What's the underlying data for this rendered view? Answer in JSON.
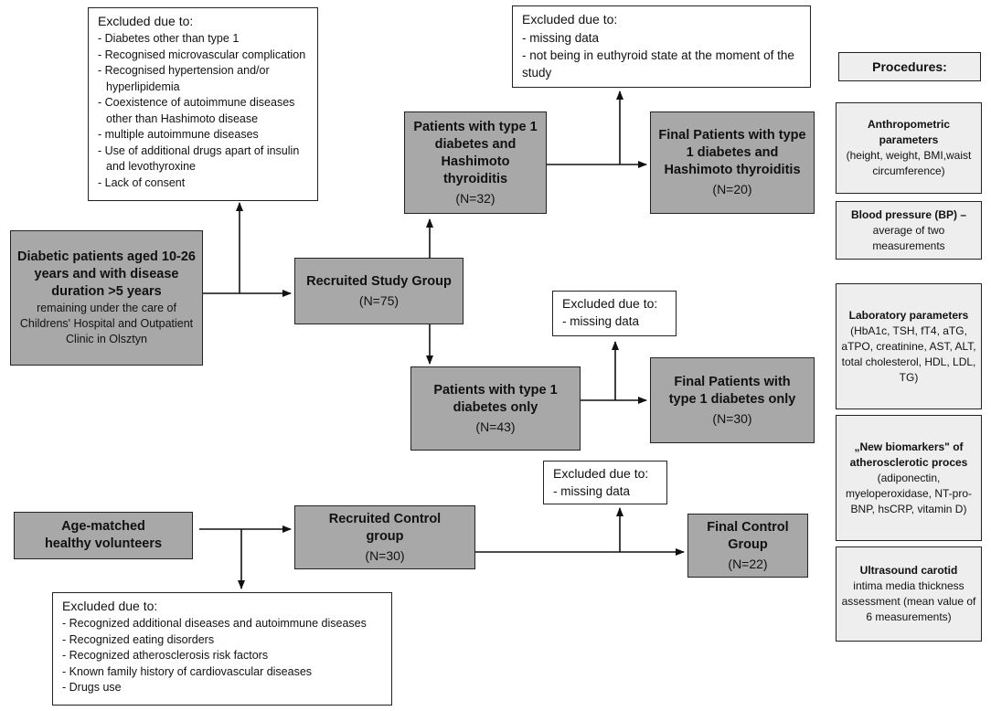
{
  "excluded_diabetic": {
    "header": "Excluded due to:",
    "items": [
      "Diabetes other than type 1",
      "Recognised microvascular complication",
      "Recognised hypertension and/or hyperlipidemia",
      "Coexistence of autoimmune  diseases other than Hashimoto disease",
      "multiple autoimmune  diseases",
      "Use of additional drugs apart of insulin and levothyroxine",
      "Lack of consent"
    ]
  },
  "diabetic_patients": {
    "title": "Diabetic patients aged 10-26 years and with disease duration >5 years",
    "subtitle": "remaining under the care of Childrens' Hospital and Outpatient Clinic in Olsztyn"
  },
  "recruited_study": {
    "title": "Recruited Study Group",
    "n": "(N=75)"
  },
  "patients_t1_hashimoto": {
    "title": "Patients with type 1 diabetes and Hashimoto thyroiditis",
    "n": "(N=32)"
  },
  "excluded_hashimoto": {
    "header": "Excluded due to:",
    "items": [
      "missing data",
      "not being in euthyroid state at the moment of the study"
    ]
  },
  "final_t1_hashimoto": {
    "title": "Final Patients with type 1 diabetes and Hashimoto thyroiditis",
    "n": "(N=20)"
  },
  "patients_t1_only": {
    "title": "Patients with type 1 diabetes only",
    "n": "(N=43)"
  },
  "excluded_t1_only": {
    "header": "Excluded due to:",
    "items": [
      "missing data"
    ]
  },
  "final_t1_only": {
    "title": "Final Patients with type 1 diabetes only",
    "n": "(N=30)"
  },
  "age_matched": {
    "title": "Age-matched healthy volunteers"
  },
  "recruited_control": {
    "title": "Recruited Control group",
    "n": "(N=30)"
  },
  "excluded_control_missing": {
    "header": "Excluded due to:",
    "items": [
      "missing data"
    ]
  },
  "final_control": {
    "title": "Final Control Group",
    "n": "(N=22)"
  },
  "excluded_control": {
    "header": "Excluded due to:",
    "items": [
      "Recognized additional diseases and autoimmune diseases",
      "Recognized eating disorders",
      "Recognized atherosclerosis risk factors",
      "Known family history of cardiovascular diseases",
      "Drugs use"
    ]
  },
  "procedures": {
    "header": "Procedures:",
    "anthropometric": {
      "title": "Anthropometric parameters",
      "detail": "(height, weight, BMI,waist circumference)"
    },
    "blood_pressure": {
      "title": "Blood pressure (BP) –",
      "detail": "average of two measurements"
    },
    "laboratory": {
      "title": "Laboratory parameters",
      "detail": "(HbA1c, TSH, fT4, aTG, aTPO, creatinine, AST, ALT, total cholesterol, HDL, LDL, TG)"
    },
    "biomarkers": {
      "title": "„New biomarkers\" of atherosclerotic proces",
      "detail": "(adiponectin, myeloperoxidase, NT-pro-BNP, hsCRP, vitamin D)"
    },
    "ultrasound": {
      "title": "Ultrasound carotid",
      "detail": "intima media thickness assessment (mean value of 6 measurements)"
    }
  }
}
